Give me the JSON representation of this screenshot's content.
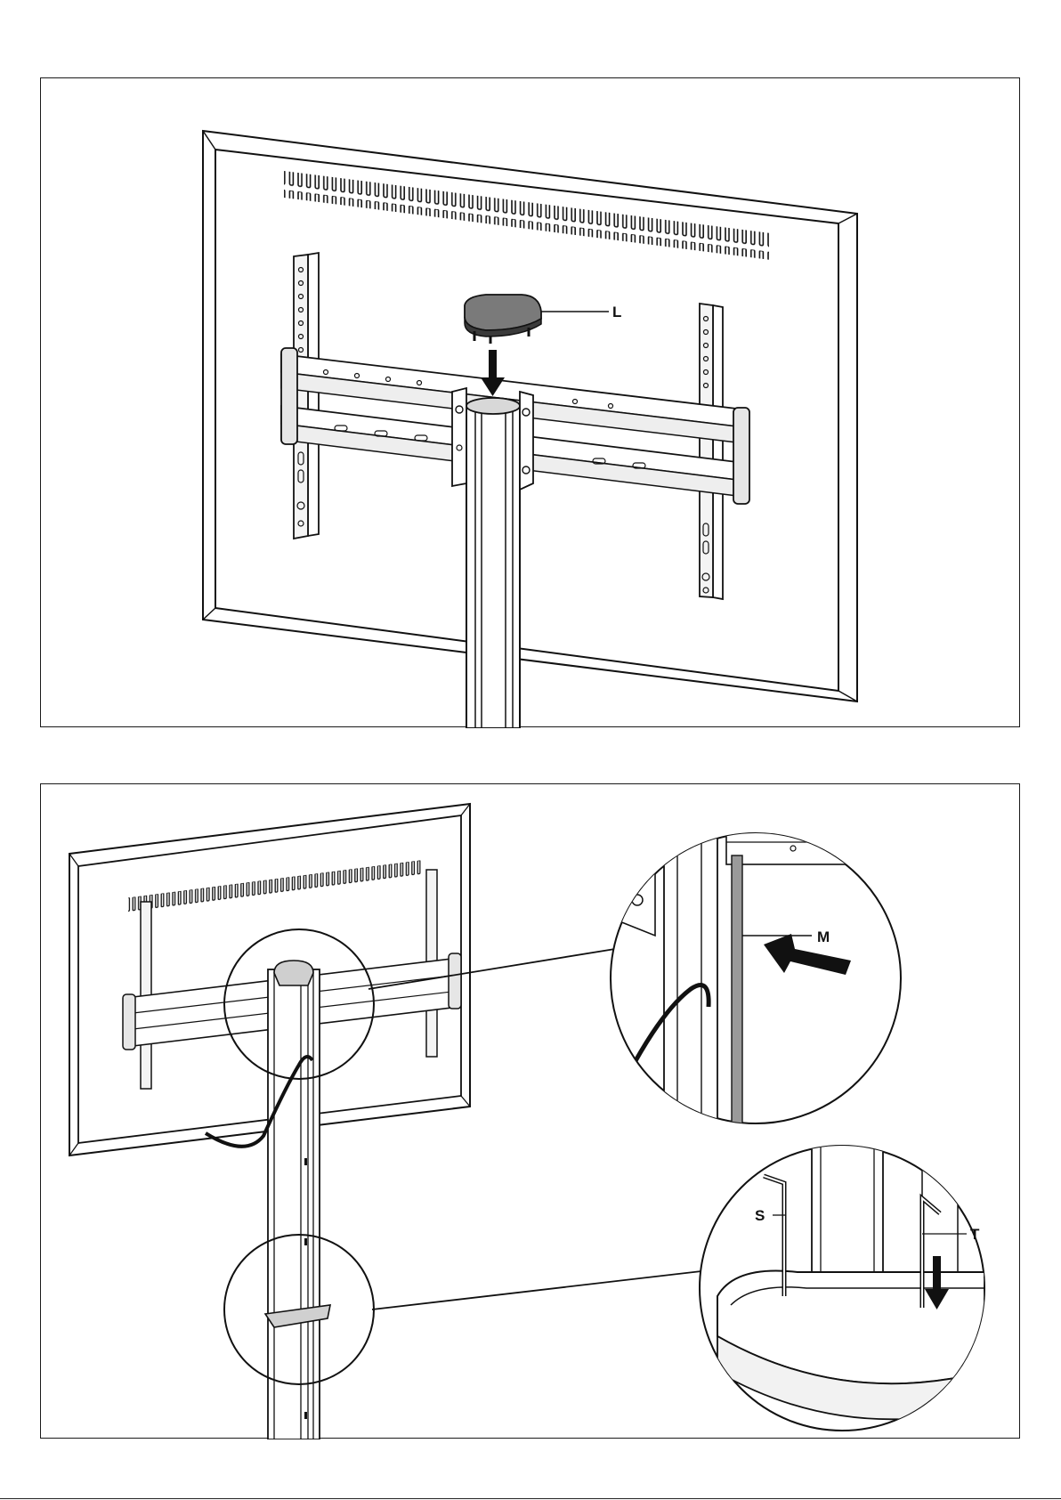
{
  "panels": [
    {
      "labels": [
        {
          "text": "L"
        }
      ]
    },
    {
      "labels": [
        {
          "text": "M"
        },
        {
          "text": "S"
        },
        {
          "text": "T"
        }
      ]
    }
  ],
  "footer": {
    "text": ""
  }
}
